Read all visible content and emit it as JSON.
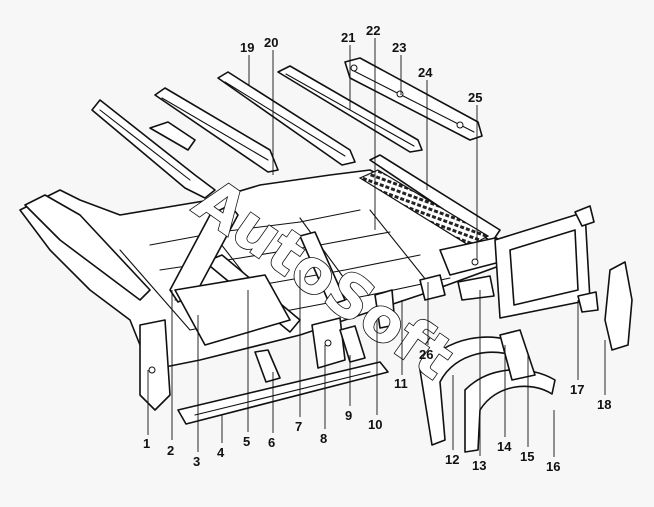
{
  "diagram": {
    "watermark": "AutoSoft",
    "callouts": [
      "1",
      "2",
      "3",
      "4",
      "5",
      "6",
      "7",
      "8",
      "9",
      "10",
      "11",
      "12",
      "13",
      "14",
      "15",
      "16",
      "17",
      "18",
      "19",
      "20",
      "21",
      "22",
      "23",
      "24",
      "25",
      "26"
    ]
  },
  "colors": {
    "ink": "#111111",
    "paper": "#ffffff",
    "background": "#f7f7f7"
  }
}
